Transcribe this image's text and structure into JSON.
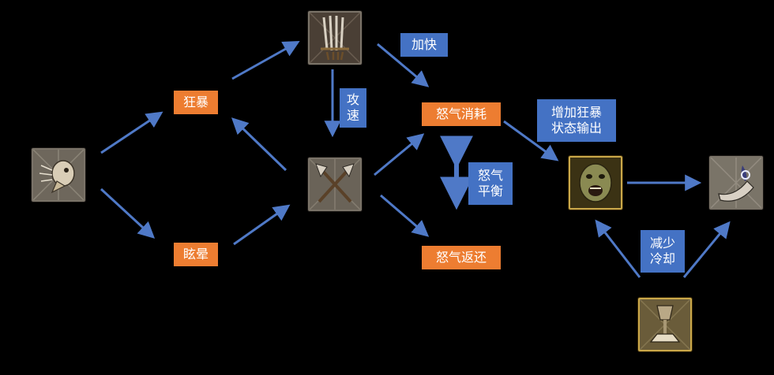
{
  "colors": {
    "background": "#000000",
    "arrow": "#4f79c7",
    "skill_tag": "#ed7d31",
    "effect_tag": "#4472c4",
    "frame_stone": "#7a7368",
    "frame_gold": "#caa84a"
  },
  "skill_nodes": [
    {
      "id": "root",
      "icon": "rage-roar-icon"
    },
    {
      "id": "top",
      "icon": "blades-icon"
    },
    {
      "id": "mid",
      "icon": "crossed-axes-icon"
    },
    {
      "id": "rage",
      "icon": "screaming-face-icon"
    },
    {
      "id": "horn",
      "icon": "war-horn-icon"
    },
    {
      "id": "chalice",
      "icon": "chalice-icon"
    }
  ],
  "labels": {
    "berserk": "狂暴",
    "stun": "眩晕",
    "speed_up": "加快",
    "attack_speed": "攻\n速",
    "rage_consume": "怒气消耗",
    "rage_return": "怒气返还",
    "rage_balance": "怒气\n平衡",
    "boost_berserk": "增加狂暴\n状态输出",
    "reduce_cooldown": "减少\n冷却"
  }
}
